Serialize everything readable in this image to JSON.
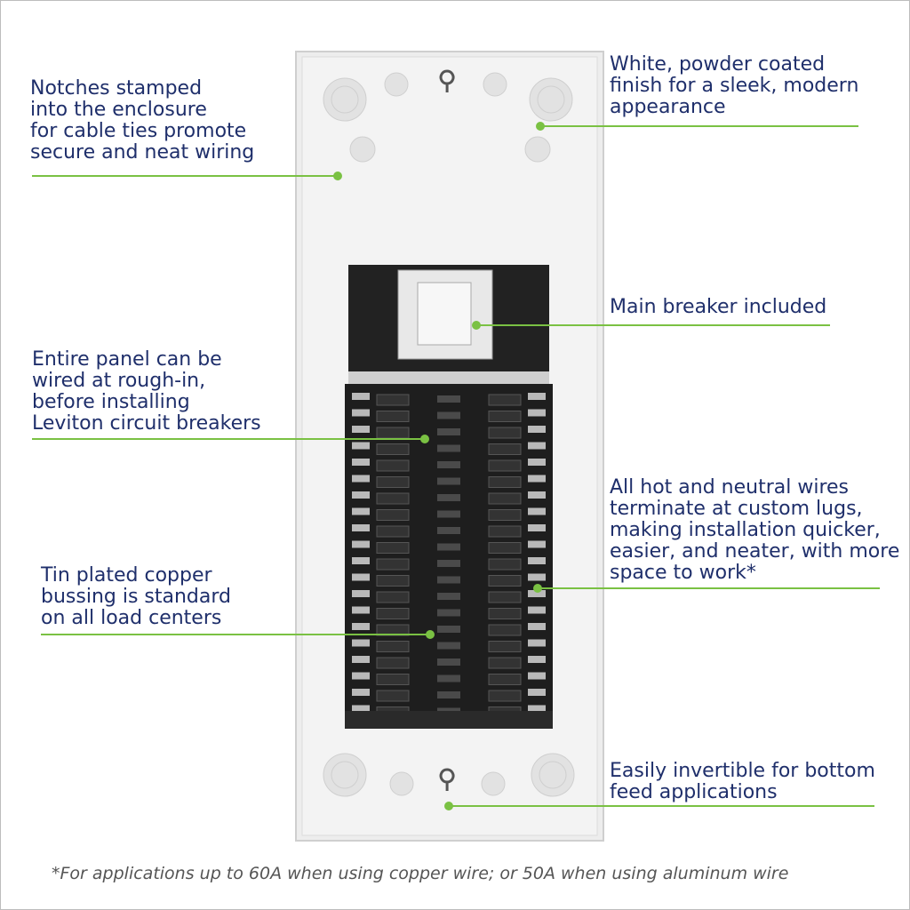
{
  "callouts": {
    "notches": "Notches stamped\ninto the enclosure\nfor cable ties promote\nsecure and neat wiring",
    "finish": "White, powder coated\nfinish for a sleek, modern\nappearance",
    "main_breaker": "Main breaker included",
    "rough_in": "Entire panel can be\nwired at rough-in,\nbefore installing\nLeviton circuit breakers",
    "lugs": "All hot and neutral wires\nterminate at custom lugs,\nmaking installation quicker,\neasier, and neater, with more\nspace to work*",
    "bussing": "Tin plated copper\nbussing is standard\non all load centers",
    "invertible": "Easily invertible for bottom\nfeed applications"
  },
  "footnote": "*For applications up to 60A when using copper wire; or 50A when using aluminum wire",
  "colors": {
    "callout_text": "#1f2f6b",
    "leader_line": "#7ac143",
    "enclosure": "#ededed"
  }
}
